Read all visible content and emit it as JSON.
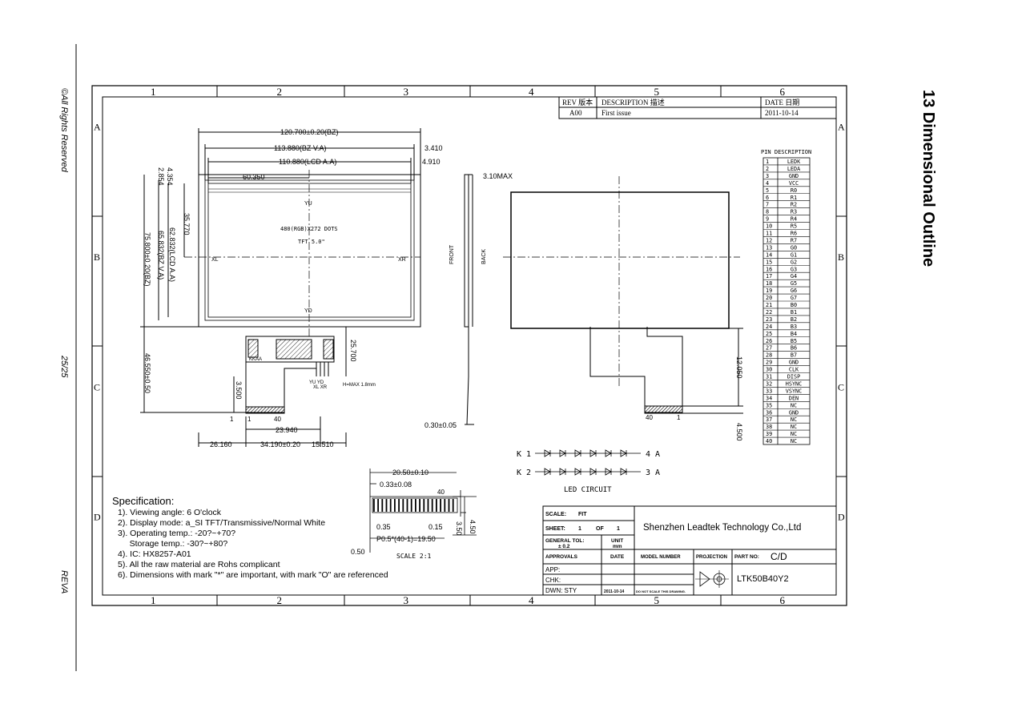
{
  "page": {
    "title": "13 Dimensional Outline",
    "copyright": "©All Rights Reserved",
    "page_number": "25/25",
    "revision": "REVA"
  },
  "frame": {
    "columns": [
      "1",
      "2",
      "3",
      "4",
      "5",
      "6"
    ],
    "rows": [
      "A",
      "B",
      "C",
      "D"
    ]
  },
  "revision_table": {
    "headers": [
      "REV 版本",
      "DESCRIPTION 描述",
      "DATE 日期"
    ],
    "rows": [
      [
        "A00",
        "First issue",
        "2011-10-14"
      ]
    ]
  },
  "pin_table": {
    "title": "PIN DESCRIPTION",
    "pins": [
      [
        "1",
        "LEDK"
      ],
      [
        "2",
        "LEDA"
      ],
      [
        "3",
        "GND"
      ],
      [
        "4",
        "VCC"
      ],
      [
        "5",
        "R0"
      ],
      [
        "6",
        "R1"
      ],
      [
        "7",
        "R2"
      ],
      [
        "8",
        "R3"
      ],
      [
        "9",
        "R4"
      ],
      [
        "10",
        "R5"
      ],
      [
        "11",
        "R6"
      ],
      [
        "12",
        "R7"
      ],
      [
        "13",
        "G0"
      ],
      [
        "14",
        "G1"
      ],
      [
        "15",
        "G2"
      ],
      [
        "16",
        "G3"
      ],
      [
        "17",
        "G4"
      ],
      [
        "18",
        "G5"
      ],
      [
        "19",
        "G6"
      ],
      [
        "20",
        "G7"
      ],
      [
        "21",
        "B0"
      ],
      [
        "22",
        "B1"
      ],
      [
        "23",
        "B2"
      ],
      [
        "24",
        "B3"
      ],
      [
        "25",
        "B4"
      ],
      [
        "26",
        "B5"
      ],
      [
        "27",
        "B6"
      ],
      [
        "28",
        "B7"
      ],
      [
        "29",
        "GND"
      ],
      [
        "30",
        "CLK"
      ],
      [
        "31",
        "DISP"
      ],
      [
        "32",
        "HSYNC"
      ],
      [
        "33",
        "VSYNC"
      ],
      [
        "34",
        "DEN"
      ],
      [
        "35",
        "NC"
      ],
      [
        "36",
        "GND"
      ],
      [
        "37",
        "NC"
      ],
      [
        "38",
        "NC"
      ],
      [
        "39",
        "NC"
      ],
      [
        "40",
        "NC"
      ]
    ]
  },
  "front_view": {
    "dim_bz_width": "120.700±0.20(BZ)",
    "dim_va_width": "113.880(BZ V.A)",
    "dim_aa_width": "110.880(LCD A.A)",
    "dim_right1": "3.410",
    "dim_right2": "4.910",
    "dim_center_x": "60.350",
    "dim_left1": "4.354",
    "dim_left2": "2.854",
    "dim_center_y": "35.770",
    "dim_aa_height": "62.832(LCD A.A)",
    "dim_va_height": "65.832(BZ V.A)",
    "dim_bz_height": "75.800±0.20(BZ)",
    "dim_fpc_len": "46.550±0.50",
    "dim_fpc_h": "25.700",
    "dim_tail": "3.500",
    "dim_bottom1": "23.940",
    "dim_bottom2": "26.160",
    "dim_bottom3": "34.190±0.20",
    "dim_bottom4": "15.510",
    "center_text": "480(RGB)X272 DOTS",
    "center_text2": "TFT 5.0\"",
    "label_yu": "YU",
    "label_yd": "YD",
    "label_xl": "XL",
    "label_xr": "XR",
    "pin1": "1",
    "pin1b": "1",
    "pin40": "40",
    "conn_label": "YU YD\nXL XR",
    "conn_label_top": "YU YD",
    "conn_label_bottom": "XL XR",
    "hmax": "H=MAX 1.8mm",
    "small_label": "KKAA"
  },
  "side_view": {
    "dim_thickness": "3.10MAX",
    "label_front": "FRONT",
    "label_back": "BACK",
    "dim_fpc_thick": "0.30±0.05"
  },
  "back_view": {
    "dim_fpc": "12.050",
    "dim_tail": "4.500",
    "pin40": "40",
    "pin1": "1"
  },
  "led_circuit": {
    "title": "LED CIRCUIT",
    "k1": "K 1",
    "k2": "K 2",
    "a4": "4 A",
    "a3": "3 A"
  },
  "fpc_detail": {
    "dim_width": "20.50±0.10",
    "dim_gap": "0.33±0.08",
    "pin40": "40",
    "dim_pitch_035": "0.35",
    "dim_015": "0.15",
    "dim_pitch": "P0.5*(40-1)=19.50",
    "dim_050": "0.50",
    "dim_350": "3.50",
    "dim_450": "4.50",
    "scale": "SCALE 2:1"
  },
  "specification": {
    "title": "Specification:",
    "lines": [
      "1). Viewing angle: 6 O'clock",
      "2). Display mode: a_SI TFT/Transmissive/Normal White",
      "3). Operating temp.: -20?~+70?",
      "     Storage temp.: -30?~+80?",
      "4). IC: HX8257-A01",
      "5). All the raw material are Rohs complicant",
      "6). Dimensions with mark \"*\" are important, with mark \"O\" are referenced"
    ]
  },
  "title_block": {
    "scale_label": "SCALE:",
    "scale_value": "FIT",
    "sheet_label": "SHEET:",
    "sheet_value": "1",
    "sheet_of": "OF",
    "sheet_total": "1",
    "tol_label": "GENERAL TOL:",
    "tol_value": "± 0.2",
    "unit_label": "UNIT",
    "unit_value": "mm",
    "company": "Shenzhen Leadtek Technology Co.,Ltd",
    "approvals": "APPROVALS",
    "date": "DATE",
    "model_number": "MODEL NUMBER",
    "projection": "PROJECTION",
    "part_no": "PART NO:",
    "part_rev": "C/D",
    "app": "APP:",
    "chk": "CHK:",
    "dwn": "DWN: STY",
    "dwn_date": "2011-10-14",
    "no_scale": "DO NOT SCALE THIS DRAWING.",
    "part_number": "LTK50B40Y2"
  }
}
